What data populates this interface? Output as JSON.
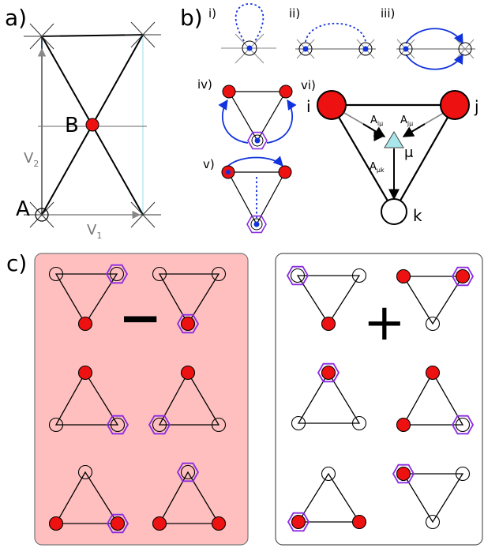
{
  "panels": {
    "a": "a)",
    "b": "b)",
    "c": "c)"
  },
  "lattice": {
    "point_a": "A",
    "point_b": "B",
    "v1_base": "V",
    "v1_sub": "1",
    "v2_base": "V",
    "v2_sub": "2"
  },
  "subpanels": {
    "i": "i)",
    "ii": "ii)",
    "iii": "iii)",
    "iv": "iv)",
    "v": "v)",
    "vi": "vi)"
  },
  "triangle_vi": {
    "node_i": "i",
    "node_j": "j",
    "node_k": "k",
    "mu": "μ",
    "a_i_base": "A",
    "a_i_sub": "iμ",
    "a_j_base": "A",
    "a_j_sub": "jμ",
    "a_k_base": "A",
    "a_k_sub": "μk"
  },
  "operators": {
    "minus": "−",
    "plus": "+"
  },
  "colors": {
    "red_node": "#ee1111",
    "hexagon": "#8a2be2",
    "blue": "#1133dd",
    "pink_bg": "#ffbfbf",
    "cyan": "#a8e6ec"
  }
}
